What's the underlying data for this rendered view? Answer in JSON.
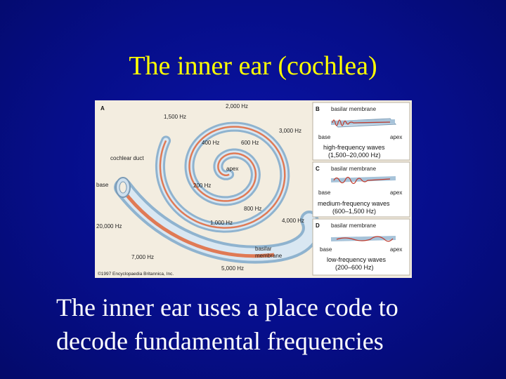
{
  "slide": {
    "title": "The inner ear (cochlea)",
    "body_lines": [
      "The inner ear uses a place code to",
      "decode fundamental frequencies"
    ]
  },
  "figure": {
    "panel_a": {
      "letter": "A",
      "labels": {
        "hz_2000": "2,000 Hz",
        "hz_1500": "1,500 Hz",
        "hz_3000": "3,000 Hz",
        "hz_400": "400 Hz",
        "hz_600": "600 Hz",
        "apex": "apex",
        "cochlear_duct": "cochlear duct",
        "hz_200": "200 Hz",
        "base": "base",
        "hz_800": "800 Hz",
        "hz_20000": "20,000 Hz",
        "hz_1000": "1,000 Hz",
        "hz_4000": "4,000 Hz",
        "hz_7000": "7,000 Hz",
        "basilar_membrane_1": "basilar",
        "basilar_membrane_2": "membrane",
        "hz_5000": "5,000 Hz",
        "copyright": "©1997 Encyclopaedia Britannica, Inc."
      }
    },
    "panels": [
      {
        "letter": "B",
        "membrane": "basilar membrane",
        "base": "base",
        "apex": "apex",
        "caption": "high-frequency waves",
        "range": "(1,500–20,000 Hz)"
      },
      {
        "letter": "C",
        "membrane": "basilar membrane",
        "base": "base",
        "apex": "apex",
        "caption": "medium-frequency waves",
        "range": "(600–1,500 Hz)"
      },
      {
        "letter": "D",
        "membrane": "basilar membrane",
        "base": "base",
        "apex": "apex",
        "caption": "low-frequency waves",
        "range": "(200–600 Hz)"
      }
    ],
    "colors": {
      "background": "#f3ede0",
      "duct_outer": "#9fbfd8",
      "duct_inner": "#dce9f3",
      "membrane": "#e07a55",
      "wave": "#c0392b"
    }
  }
}
